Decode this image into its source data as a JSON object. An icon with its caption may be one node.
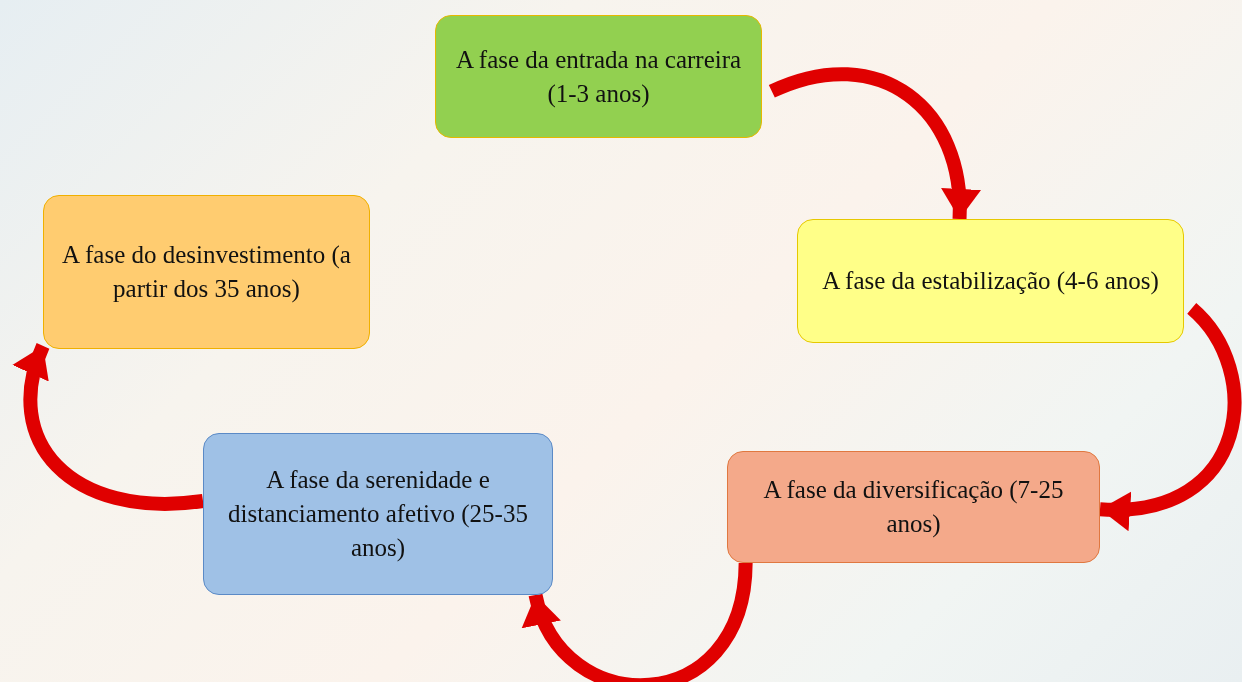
{
  "diagram": {
    "nodes": [
      {
        "text": [
          "A fase da entrada na carreira (1-3 anos)"
        ]
      },
      {
        "text": [
          "A fase da estabilização (4-6 anos)"
        ]
      },
      {
        "text": [
          "A fase da diversificação (7-25 anos)"
        ]
      },
      {
        "text": [
          "A fase da serenidade e distanciamento afetivo (25-35 anos)"
        ]
      },
      {
        "text": [
          "A fase do desinvestimento (a partir dos 35 anos)"
        ]
      }
    ],
    "edges": [
      {
        "from": 0,
        "to": 1,
        "arrow": "to"
      },
      {
        "from": 1,
        "to": 2,
        "arrow": "to"
      },
      {
        "from": 2,
        "to": 3,
        "arrow": "to"
      },
      {
        "from": 3,
        "to": 4,
        "arrow": "to"
      }
    ]
  }
}
